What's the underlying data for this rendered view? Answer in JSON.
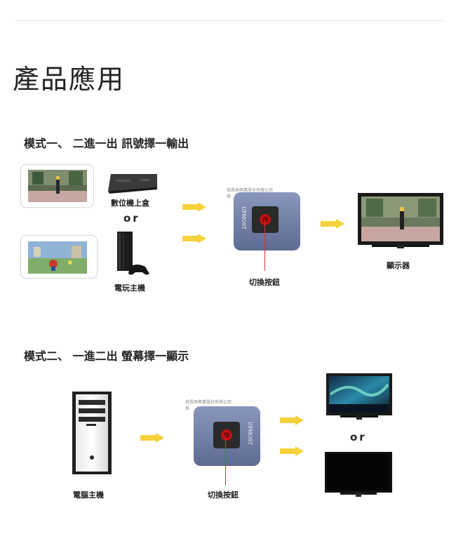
{
  "page": {
    "title": "產品應用"
  },
  "mode1": {
    "heading": "模式一、 二進一出 訊號擇一輸出",
    "label_stb": "數位機上盒",
    "or": "or",
    "label_console": "電玩主機",
    "label_button": "切換按鈕",
    "label_display": "顯示器",
    "company_small": "奇昌恒興業股份有限公司",
    "company_small_2": "係",
    "brand": "UPMOST"
  },
  "mode2": {
    "heading": "模式二、 一進二出 螢幕擇一顯示",
    "label_pc": "電腦主機",
    "label_button": "切換按鈕",
    "or": "or",
    "company_small": "奇昌恒興業股份有限公司",
    "company_small_2": "係",
    "brand": "UPMOST"
  },
  "colors": {
    "arrow": "#f5d23a",
    "switch_body": "#6e7ba3",
    "switch_button": "#c01010",
    "pointer_line": "#e03030"
  }
}
